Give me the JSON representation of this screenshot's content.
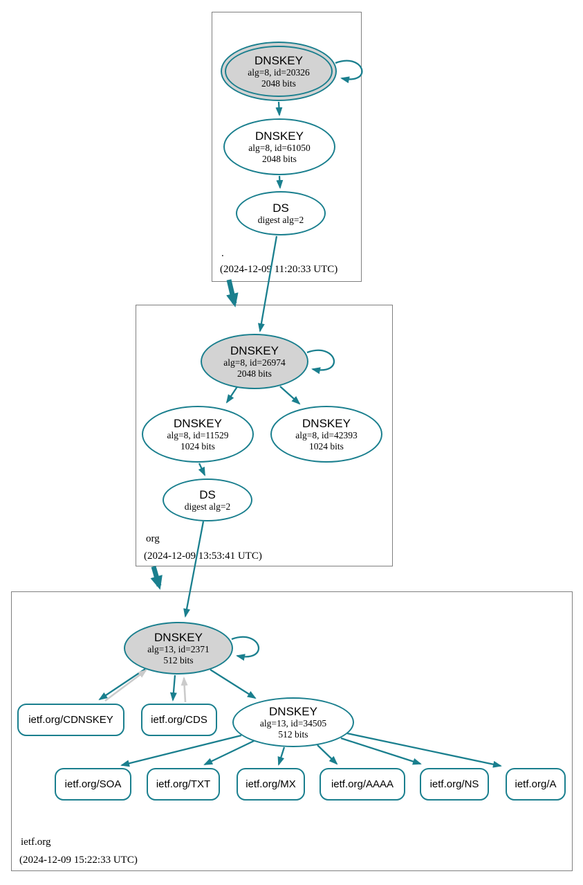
{
  "colors": {
    "teal": "#1a7f8e",
    "node_fill": "#d3d3d3",
    "gray_arrow": "#cbcbcb",
    "box_border": "#7f7f7f",
    "text": "#000000",
    "background": "#ffffff"
  },
  "zones": {
    "root": {
      "label": ".",
      "timestamp": "(2024-12-09 11:20:33 UTC)",
      "nodes": {
        "ksk": {
          "title": "DNSKEY",
          "detail1": "alg=8, id=20326",
          "detail2": "2048 bits"
        },
        "zsk": {
          "title": "DNSKEY",
          "detail1": "alg=8, id=61050",
          "detail2": "2048 bits"
        },
        "ds": {
          "title": "DS",
          "detail1": "digest alg=2"
        }
      }
    },
    "org": {
      "label": "org",
      "timestamp": "(2024-12-09 13:53:41 UTC)",
      "nodes": {
        "ksk": {
          "title": "DNSKEY",
          "detail1": "alg=8, id=26974",
          "detail2": "2048 bits"
        },
        "zsk1": {
          "title": "DNSKEY",
          "detail1": "alg=8, id=11529",
          "detail2": "1024 bits"
        },
        "zsk2": {
          "title": "DNSKEY",
          "detail1": "alg=8, id=42393",
          "detail2": "1024 bits"
        },
        "ds": {
          "title": "DS",
          "detail1": "digest alg=2"
        }
      }
    },
    "ietf_org": {
      "label": "ietf.org",
      "timestamp": "(2024-12-09 15:22:33 UTC)",
      "nodes": {
        "ksk": {
          "title": "DNSKEY",
          "detail1": "alg=13, id=2371",
          "detail2": "512 bits"
        },
        "zsk": {
          "title": "DNSKEY",
          "detail1": "alg=13, id=34505",
          "detail2": "512 bits"
        },
        "cdnskey": {
          "label": "ietf.org/CDNSKEY"
        },
        "cds": {
          "label": "ietf.org/CDS"
        },
        "records": [
          {
            "label": "ietf.org/SOA"
          },
          {
            "label": "ietf.org/TXT"
          },
          {
            "label": "ietf.org/MX"
          },
          {
            "label": "ietf.org/AAAA"
          },
          {
            "label": "ietf.org/NS"
          },
          {
            "label": "ietf.org/A"
          }
        ]
      }
    }
  },
  "edges": [
    {
      "from": "root-ksk",
      "to": "root-ksk",
      "type": "self-sign"
    },
    {
      "from": "root-ksk",
      "to": "root-zsk",
      "type": "sign"
    },
    {
      "from": "root-zsk",
      "to": "root-ds",
      "type": "sign"
    },
    {
      "from": "root-ds",
      "to": "org-ksk",
      "type": "delegation-secure"
    },
    {
      "from": "root-zone",
      "to": "org-zone",
      "type": "zone-delegation"
    },
    {
      "from": "org-ksk",
      "to": "org-ksk",
      "type": "self-sign"
    },
    {
      "from": "org-ksk",
      "to": "org-zsk1",
      "type": "sign"
    },
    {
      "from": "org-ksk",
      "to": "org-zsk2",
      "type": "sign"
    },
    {
      "from": "org-zsk1",
      "to": "org-ds",
      "type": "sign"
    },
    {
      "from": "org-ds",
      "to": "ietf-ksk",
      "type": "delegation-secure"
    },
    {
      "from": "org-zone",
      "to": "ietf-zone",
      "type": "zone-delegation"
    },
    {
      "from": "ietf-ksk",
      "to": "ietf-ksk",
      "type": "self-sign"
    },
    {
      "from": "ietf-ksk",
      "to": "ietf-cdnskey",
      "type": "sign"
    },
    {
      "from": "ietf-cdnskey",
      "to": "ietf-ksk",
      "type": "points-to"
    },
    {
      "from": "ietf-ksk",
      "to": "ietf-cds",
      "type": "sign"
    },
    {
      "from": "ietf-cds",
      "to": "ietf-ksk",
      "type": "points-to"
    },
    {
      "from": "ietf-ksk",
      "to": "ietf-zsk",
      "type": "sign"
    },
    {
      "from": "ietf-zsk",
      "to": "ietf-soa",
      "type": "sign"
    },
    {
      "from": "ietf-zsk",
      "to": "ietf-txt",
      "type": "sign"
    },
    {
      "from": "ietf-zsk",
      "to": "ietf-mx",
      "type": "sign"
    },
    {
      "from": "ietf-zsk",
      "to": "ietf-aaaa",
      "type": "sign"
    },
    {
      "from": "ietf-zsk",
      "to": "ietf-ns",
      "type": "sign"
    },
    {
      "from": "ietf-zsk",
      "to": "ietf-a",
      "type": "sign"
    }
  ]
}
